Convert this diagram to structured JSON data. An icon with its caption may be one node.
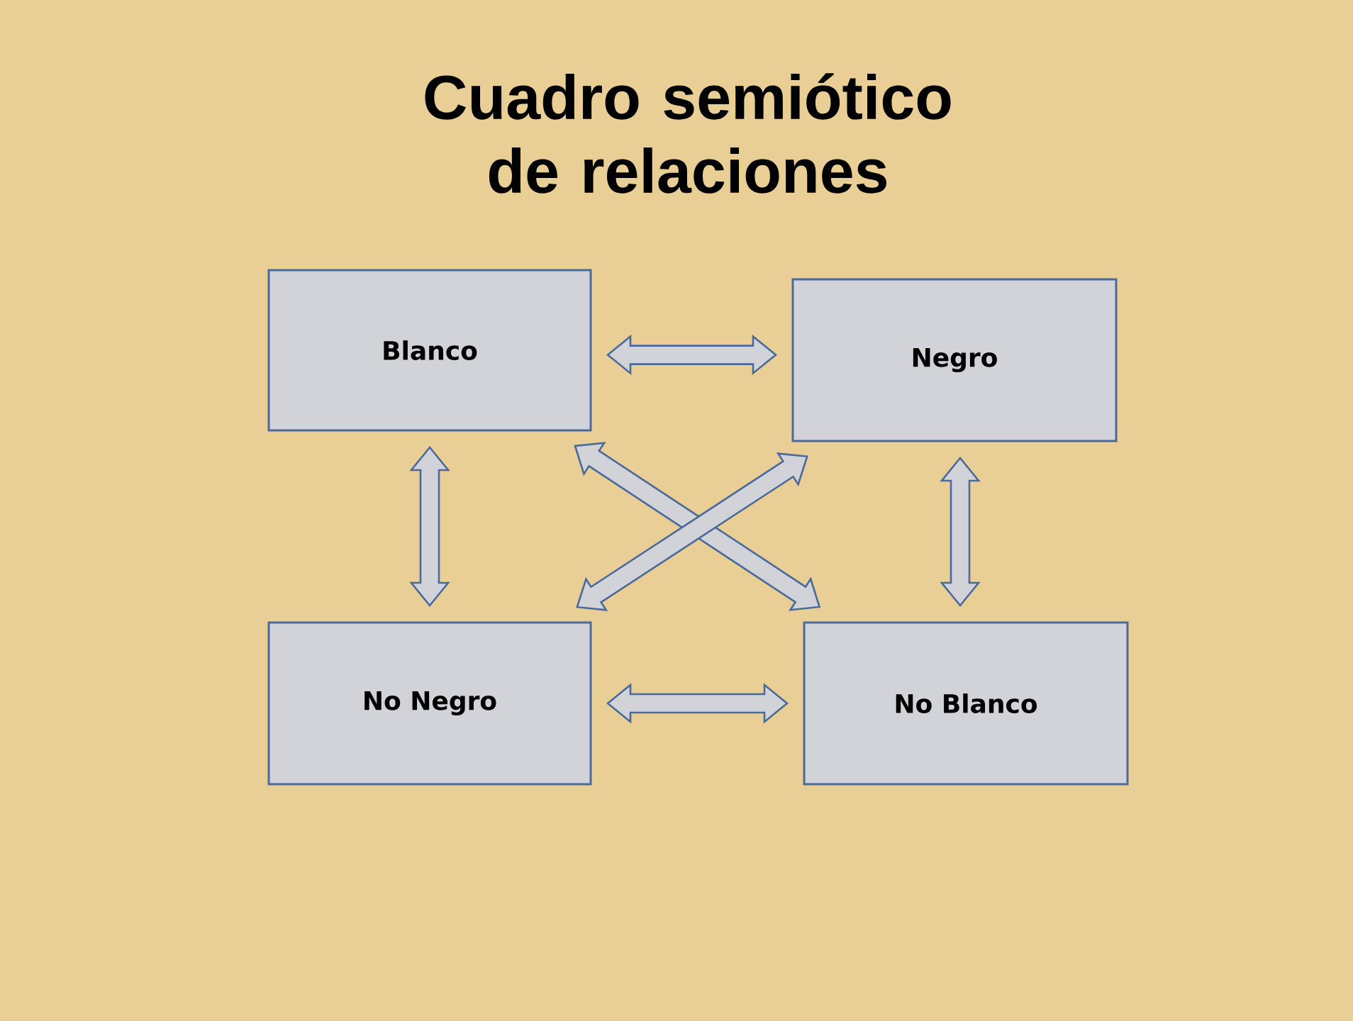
{
  "diagram": {
    "title": "Cuadro semiótico de relaciones",
    "nodes": [
      {
        "text": [
          "Blanco"
        ]
      },
      {
        "text": [
          "Negro"
        ]
      },
      {
        "text": [
          "No Negro"
        ]
      },
      {
        "text": [
          "No Blanco"
        ]
      }
    ],
    "edges": [
      {
        "from": 0,
        "to": 1,
        "arrow": "both"
      },
      {
        "from": 0,
        "to": 2,
        "arrow": "both"
      },
      {
        "from": 1,
        "to": 3,
        "arrow": "both"
      },
      {
        "from": 2,
        "to": 3,
        "arrow": "both"
      },
      {
        "from": 0,
        "to": 3,
        "arrow": "both"
      },
      {
        "from": 1,
        "to": 2,
        "arrow": "both"
      }
    ]
  }
}
